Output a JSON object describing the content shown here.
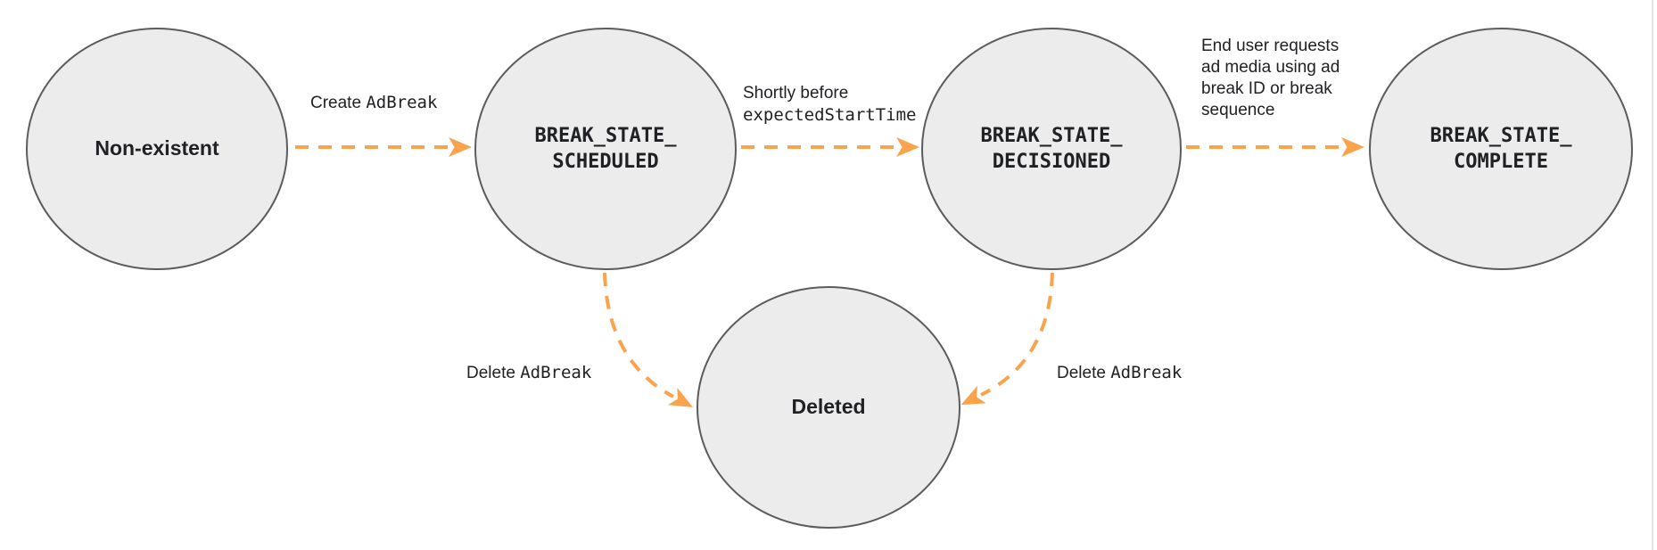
{
  "diagram": {
    "colors": {
      "arrow": "#F9A44C",
      "node-fill": "#ECECEC",
      "node-stroke": "#5C5C5E",
      "ink": "#202124"
    },
    "nodes": {
      "non_existent": {
        "label": "Non-existent"
      },
      "scheduled": {
        "line1": "BREAK_STATE_",
        "line2": "SCHEDULED"
      },
      "decisioned": {
        "line1": "BREAK_STATE_",
        "line2": "DECISIONED"
      },
      "complete": {
        "line1": "BREAK_STATE_",
        "line2": "COMPLETE"
      },
      "deleted": {
        "label": "Deleted"
      }
    },
    "edges": {
      "create": {
        "action": "Create",
        "code": "AdBreak"
      },
      "schedule_to_decision": {
        "lines": [
          "Shortly before",
          "expectedStartTime"
        ]
      },
      "decision_to_complete": {
        "lines": [
          "End user requests",
          "ad media using ad",
          "break ID or break",
          "sequence"
        ]
      },
      "delete_from_scheduled": {
        "action": "Delete",
        "code": "AdBreak"
      },
      "delete_from_decisioned": {
        "action": "Delete",
        "code": "AdBreak"
      }
    }
  }
}
